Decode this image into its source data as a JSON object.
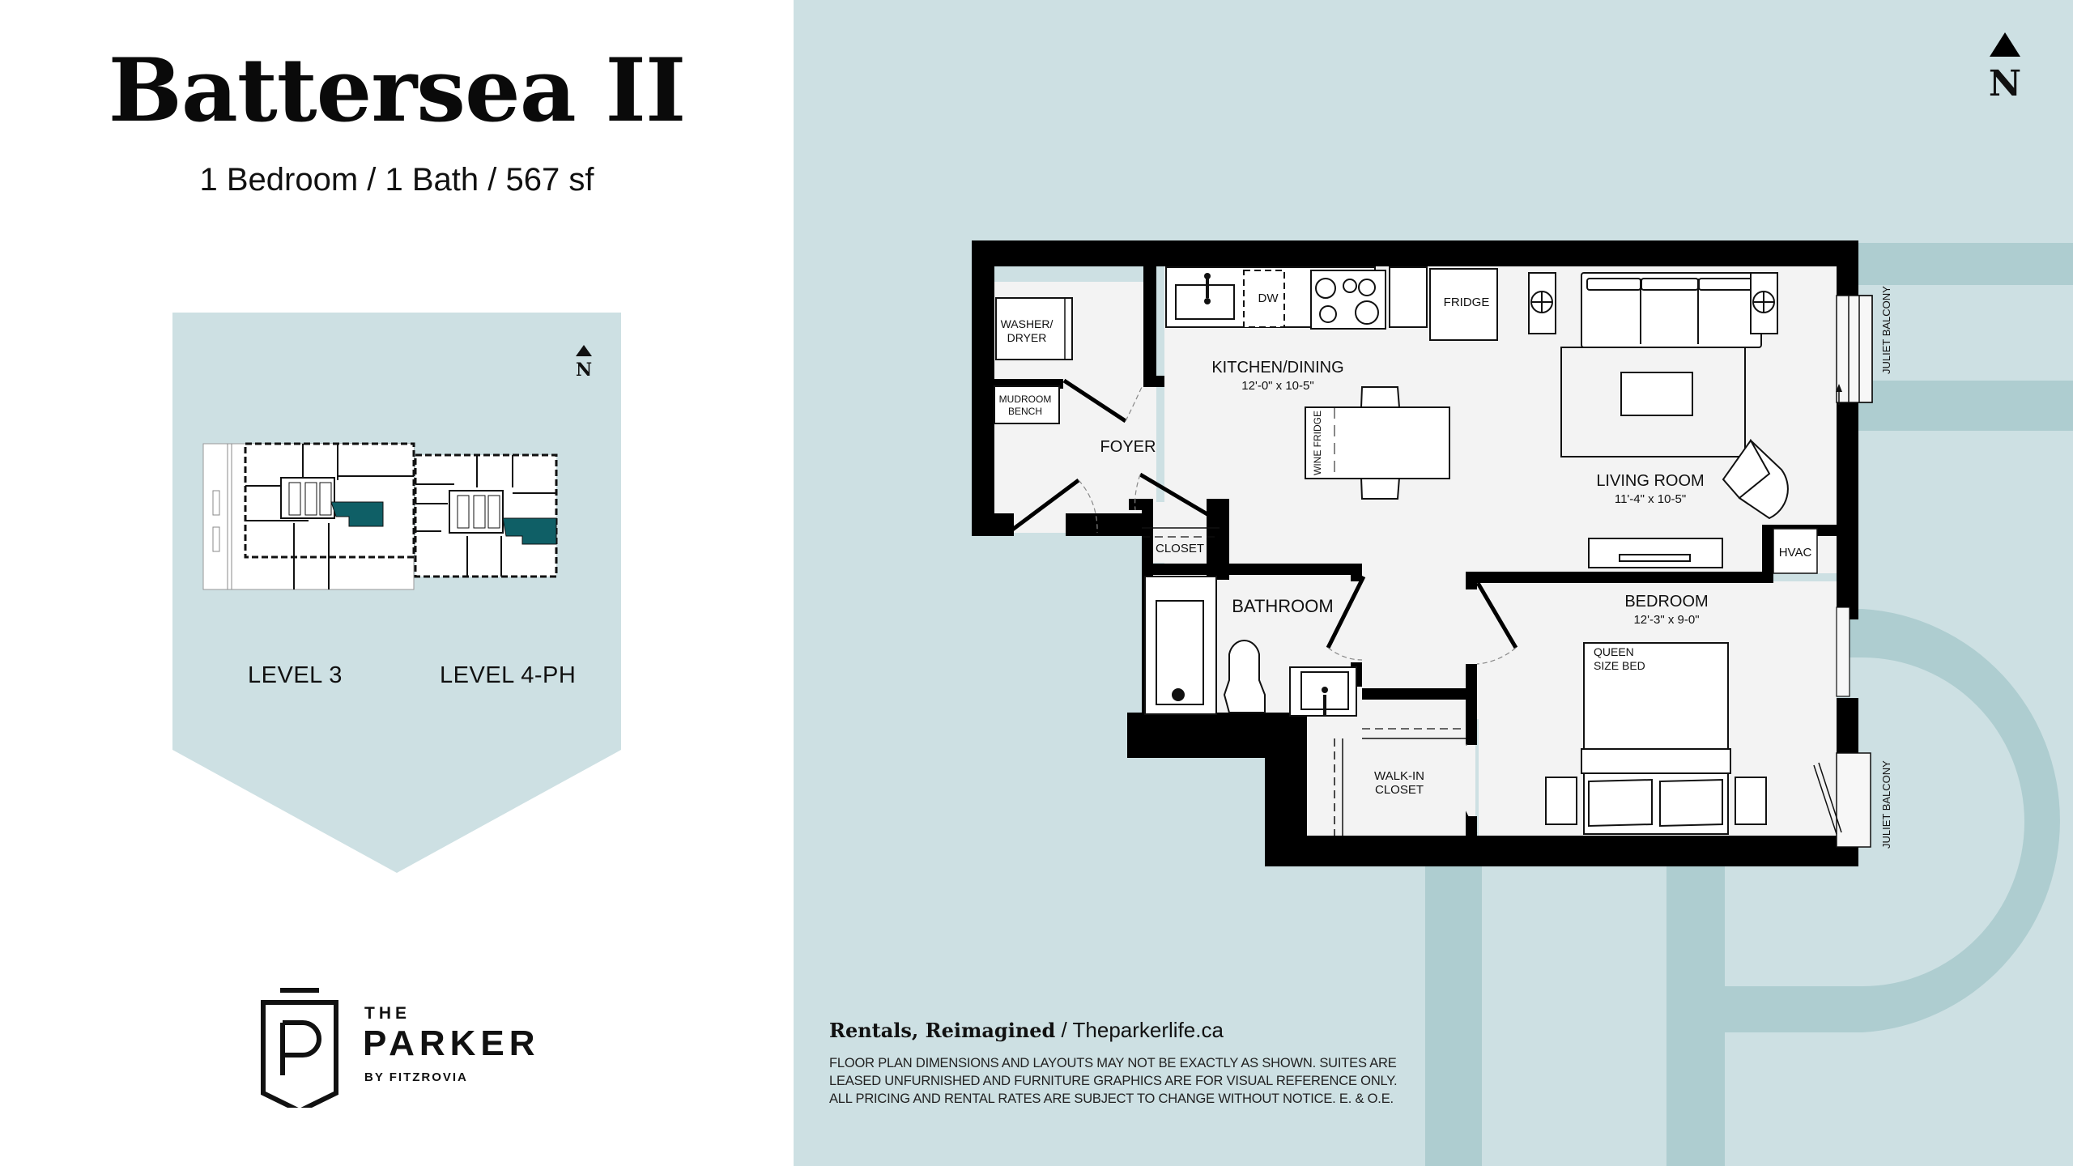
{
  "header": {
    "title": "Battersea II",
    "subtitle": "1 Bedroom / 1 Bath / 567 sf"
  },
  "keyplan": {
    "north_label": "N",
    "levels": [
      {
        "label": "LEVEL 3"
      },
      {
        "label": "LEVEL 4-PH"
      }
    ],
    "highlight_color": "#0f5f66",
    "background_color": "#cde0e3"
  },
  "brand": {
    "the": "THE",
    "name": "PARKER",
    "by": "BY FITZROVIA"
  },
  "plan": {
    "north_label": "N",
    "rooms": {
      "kitchen": {
        "name": "KITCHEN/DINING",
        "dims": "12'-0\" x 10-5\""
      },
      "foyer": {
        "name": "FOYER"
      },
      "living": {
        "name": "LIVING ROOM",
        "dims": "11'-4\" x 10-5\""
      },
      "bathroom": {
        "name": "BATHROOM"
      },
      "bedroom": {
        "name": "BEDROOM",
        "dims": "12'-3\" x 9-0\""
      },
      "closet": {
        "name": "CLOSET"
      },
      "walkin_line1": "WALK-IN",
      "walkin_line2": "CLOSET"
    },
    "fixtures": {
      "washer_line1": "WASHER/",
      "washer_line2": "DRYER",
      "mudroom_line1": "MUDROOM",
      "mudroom_line2": "BENCH",
      "dw": "DW",
      "fridge": "FRIDGE",
      "wine_fridge": "WINE FRIDGE",
      "hvac": "HVAC",
      "bed_line1": "QUEEN",
      "bed_line2": "SIZE BED",
      "balcony_top": "JULIET BALCONY",
      "balcony_bottom": "JULIET BALCONY"
    }
  },
  "footer": {
    "tagline_serif": "Rentals, Reimagined",
    "tagline_sep": " / ",
    "website": "Theparkerlife.ca",
    "disclaimer": "FLOOR PLAN DIMENSIONS AND LAYOUTS MAY NOT BE EXACTLY AS SHOWN. SUITES ARE LEASED UNFURNISHED AND FURNITURE GRAPHICS ARE FOR VISUAL REFERENCE ONLY. ALL PRICING AND RENTAL RATES ARE SUBJECT TO CHANGE WITHOUT NOTICE. E. & O.E."
  },
  "colors": {
    "panel_bg": "#cde0e3",
    "watermark": "#aecdd0",
    "wall": "#000000",
    "floor": "#f3f3f3"
  }
}
